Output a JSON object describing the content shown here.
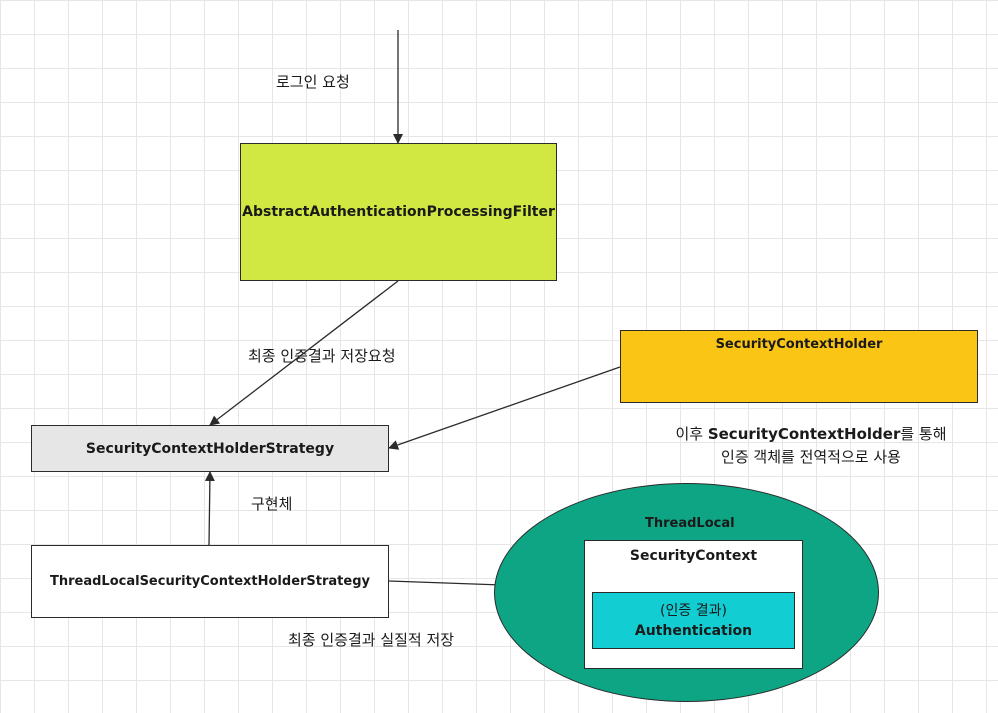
{
  "diagram": {
    "labels": {
      "login_request": "로그인 요청",
      "final_save_request": "최종 인증결과 저장요청",
      "implementation": "구현체",
      "actual_save": "최종 인증결과 실질적 저장",
      "holder_usage_line1_pre": "이후 ",
      "holder_usage_line1_bold": "SecurityContextHolder",
      "holder_usage_line1_post": "를 통해",
      "holder_usage_line2": "인증 객체를 전역적으로 사용"
    },
    "nodes": {
      "filter": "AbstractAuthenticationProcessingFilter",
      "context_holder": "SecurityContextHolder",
      "strategy": "SecurityContextHolderStrategy",
      "threadlocal_strategy": "ThreadLocalSecurityContextHolderStrategy",
      "threadlocal": "ThreadLocal",
      "security_context": "SecurityContext",
      "auth_line1": "(인증 결과)",
      "auth_line2": "Authentication"
    },
    "colors": {
      "filter_fill": "#d1e842",
      "holder_fill": "#fbc516",
      "strategy_fill": "#e6e6e6",
      "threadlocal_fill": "#0ea584",
      "auth_fill": "#12ced3",
      "line": "#2b2b2b"
    }
  }
}
